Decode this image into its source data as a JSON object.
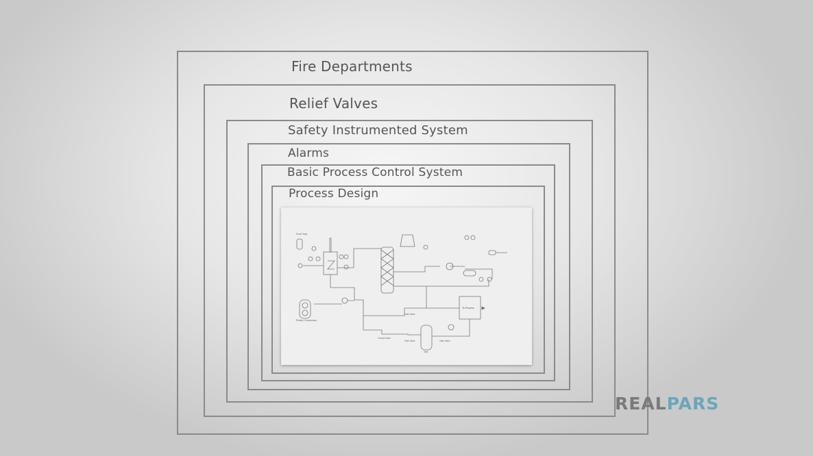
{
  "layers": [
    {
      "label": "Fire Departments"
    },
    {
      "label": "Relief Valves"
    },
    {
      "label": "Safety Instrumented System"
    },
    {
      "label": "Alarms"
    },
    {
      "label": "Basic Process Control System"
    },
    {
      "label": "Process Design"
    }
  ],
  "pid": {
    "feed_tank": "Feed Tank",
    "rotary_compressor": "Rotary Compressor",
    "gate_valve_1": "Gate Valve",
    "control_valve": "Control Valve",
    "gate_valve_2": "Gate Valve",
    "tank": "Tank",
    "gate_valve_3": "Gate Valve",
    "to_process": "To Process"
  },
  "logo": {
    "part1": "REAL",
    "part2": "PARS"
  },
  "colors": {
    "border": "#8a8a8a",
    "logo_gray": "#7a7a7a",
    "logo_blue": "#6aa6bb"
  }
}
